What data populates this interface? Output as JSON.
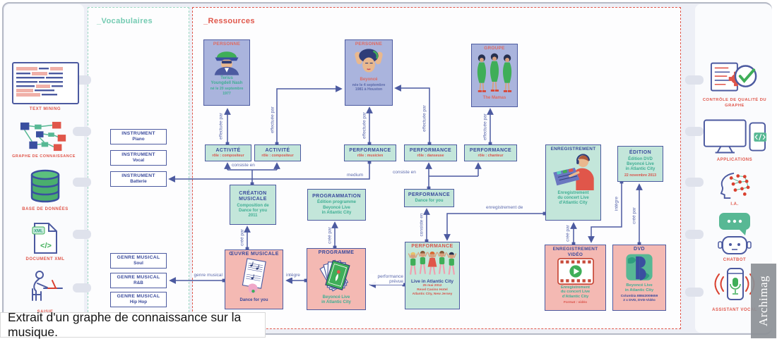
{
  "caption": "Extrait d'un graphe de connaissance sur la musique.",
  "watermark": "Archimag",
  "colors": {
    "accent_red": "#e0564a",
    "accent_teal": "#57b894",
    "node_border_blue": "#4c5aa0",
    "green_node_bg": "#c3e6da",
    "pink_node_bg": "#f4b9b3",
    "lavender_card_bg": "#aab4dd"
  },
  "left_rail": {
    "items": [
      {
        "icon": "text-mining-icon",
        "label": "TEXT MINING"
      },
      {
        "icon": "knowledge-graph-icon",
        "label": "GRAPHE DE CONNAISSANCE"
      },
      {
        "icon": "database-icon",
        "label": "BASE DE DONNÉES"
      },
      {
        "icon": "xml-document-icon",
        "label": "DOCUMENT XML"
      },
      {
        "icon": "data-entry-icon",
        "label": "SAISIE"
      }
    ]
  },
  "right_rail": {
    "items": [
      {
        "icon": "graph-quality-icon",
        "label": "CONTRÔLE DE QUALITÉ DU GRAPHE"
      },
      {
        "icon": "applications-icon",
        "label": "APPLICATIONS"
      },
      {
        "icon": "ai-icon",
        "label": "I.A."
      },
      {
        "icon": "chatbot-icon",
        "label": "CHATBOT"
      },
      {
        "icon": "voice-assistant-icon",
        "label": "ASSISTANT VOCAL"
      }
    ]
  },
  "icons": {
    "xml_tag": "XML",
    "xml_glyph": "</>"
  },
  "vocabulaires": {
    "title": "_Vocabulaires",
    "terms": [
      {
        "type": "INSTRUMENT",
        "value": "Piano"
      },
      {
        "type": "INSTRUMENT",
        "value": "Vocal"
      },
      {
        "type": "INSTRUMENT",
        "value": "Batterie"
      },
      {
        "type": "GENRE MUSICAL",
        "value": "Soul"
      },
      {
        "type": "GENRE MUSICAL",
        "value": "R&B"
      },
      {
        "type": "GENRE MUSICAL",
        "value": "Hip Hop"
      }
    ]
  },
  "ressources": {
    "title": "_Ressources",
    "nodes": {
      "personne_terius": {
        "type": "PERSONNE",
        "name": "Terius\nYoungdell Nash",
        "details": "né le 20 septembre\n1977"
      },
      "personne_beyonce": {
        "type": "PERSONNE",
        "name": "Beyoncé",
        "details": "née le 4 septembre\n1981 à Houston"
      },
      "groupe_the_mamas": {
        "type": "GROUPE",
        "name": "The Mamas"
      },
      "activite_1": {
        "type": "ACTIVITÉ",
        "role": "rôle : compositeur"
      },
      "activite_2": {
        "type": "ACTIVITÉ",
        "role": "rôle : compositeur"
      },
      "performance_musicien": {
        "type": "PERFORMANCE",
        "role": "rôle : musicien"
      },
      "performance_danseuse": {
        "type": "PERFORMANCE",
        "role": "rôle : danseuse"
      },
      "performance_chanteur": {
        "type": "PERFORMANCE",
        "role": "rôle : chanteur"
      },
      "creation_musicale": {
        "type": "CRÉATION\nMUSICALE",
        "body": "Composition de\nDance for you\n2011"
      },
      "programmation": {
        "type": "PROGRAMMATION",
        "body": "Édition programme\nBeyoncé Live\nin Atlantic City"
      },
      "performance_dance_for_you": {
        "type": "PERFORMANCE",
        "body": "Dance for you"
      },
      "enregistrement": {
        "type": "ENREGISTREMENT",
        "body": "Enregistrement\ndu concert Live\nd'Atlantic City"
      },
      "edition": {
        "type": "ÉDITION",
        "body": "Édition DVD\nBeyoncé Live\nin Atlantic City",
        "date": "22 novembre 2013"
      },
      "oeuvre_musicale": {
        "type": "ŒUVRE MUSICALE",
        "name": "Dance for you"
      },
      "programme": {
        "type": "PROGRAMME",
        "name": "Beyoncé Live\nin Atlantic City"
      },
      "performance_live": {
        "type": "PERFORMANCE",
        "name": "Live in Atlantic City",
        "date": "25 mai 2012",
        "venue": "Revel Casino Hotel",
        "city": "Atlantic City, New Jersey"
      },
      "enregistrement_video": {
        "type": "ENREGISTREMENT\nVIDÉO",
        "body": "Enregistrement\ndu concert Live\nd'Atlantic City",
        "format": "Format : vidéo"
      },
      "dvd": {
        "type": "DVD",
        "name": "Beyoncé Live\nin Atlantic City",
        "catalog": "Columbia 88843008659",
        "spec": "2 x DVD, DVD-Vidéo"
      }
    }
  },
  "edges": {
    "labels": {
      "effectuee_par": "effectuée par",
      "consiste_en": "consiste en",
      "medium": "medium",
      "enregistrement_de": "enregistrement de",
      "cree_par": "créé par",
      "integre": "intègre",
      "genre_musical": "genre musical",
      "performance_prevue": "performance prévue"
    }
  }
}
